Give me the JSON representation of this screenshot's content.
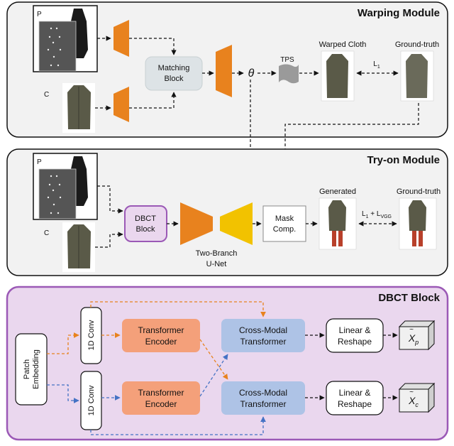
{
  "warping": {
    "title": "Warping Module",
    "label_p": "P",
    "label_c": "C",
    "matching_line1": "Matching",
    "matching_line2": "Block",
    "theta": "θ",
    "tps": "TPS",
    "warped_cloth": "Warped Cloth",
    "ground_truth": "Ground-truth",
    "loss": "L",
    "loss_sub": "1"
  },
  "tryon": {
    "title": "Try-on Module",
    "label_p": "P",
    "label_c": "C",
    "dbct_line1": "DBCT",
    "dbct_line2": "Block",
    "unet_line1": "Two-Branch",
    "unet_line2": "U-Net",
    "mask_line1": "Mask",
    "mask_line2": "Comp.",
    "generated": "Generated",
    "ground_truth": "Ground-truth",
    "loss_a": "L",
    "loss_a_sub": "1",
    "loss_plus": " + L",
    "loss_b_sub": "VGG"
  },
  "dbct": {
    "title": "DBCT Block",
    "patch_line1": "Patch",
    "patch_line2": "Embedding",
    "conv_top": "1D Conv",
    "conv_bottom": "1D Conv",
    "enc1_line1": "Transformer",
    "enc1_line2": "Encoder",
    "enc2_line1": "Transformer",
    "enc2_line2": "Encoder",
    "cm1_line1": "Cross-Modal",
    "cm1_line2": "Transformer",
    "cm2_line1": "Cross-Modal",
    "cm2_line2": "Transformer",
    "lin1_line1": "Linear &",
    "lin1_line2": "Reshape",
    "lin2_line1": "Linear &",
    "lin2_line2": "Reshape",
    "out_top": "X",
    "out_top_sub": "p",
    "out_bottom": "X",
    "out_bottom_sub": "c"
  },
  "colors": {
    "orange": "#e8821e",
    "yellow": "#f2c200",
    "purple_border": "#9b59b6",
    "purple_bg": "#ead7ee",
    "salmon": "#f4a07a",
    "blue_box": "#aec3e6",
    "blue_arrow": "#4472c4"
  }
}
